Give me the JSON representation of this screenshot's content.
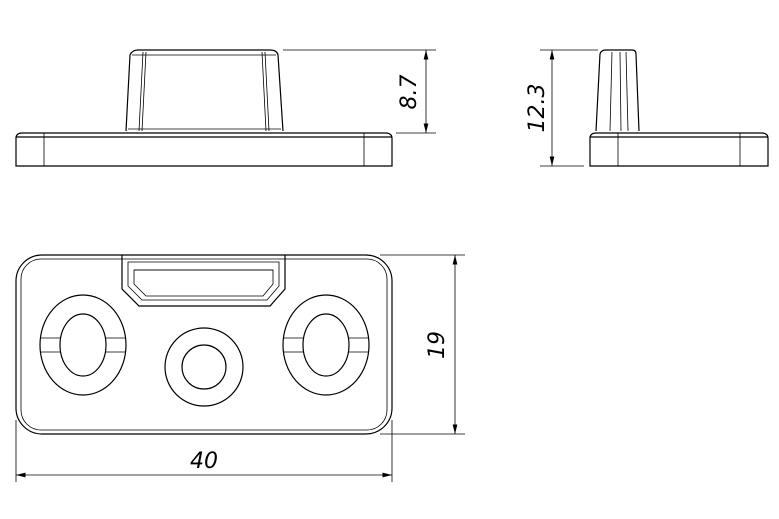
{
  "drawing": {
    "views": [
      "front-view",
      "side-view",
      "top-view"
    ],
    "dimensions": {
      "boss_height": "8.7",
      "total_height": "12.3",
      "width": "19",
      "length": "40"
    },
    "colors": {
      "line": "#000000",
      "background": "#ffffff"
    }
  }
}
